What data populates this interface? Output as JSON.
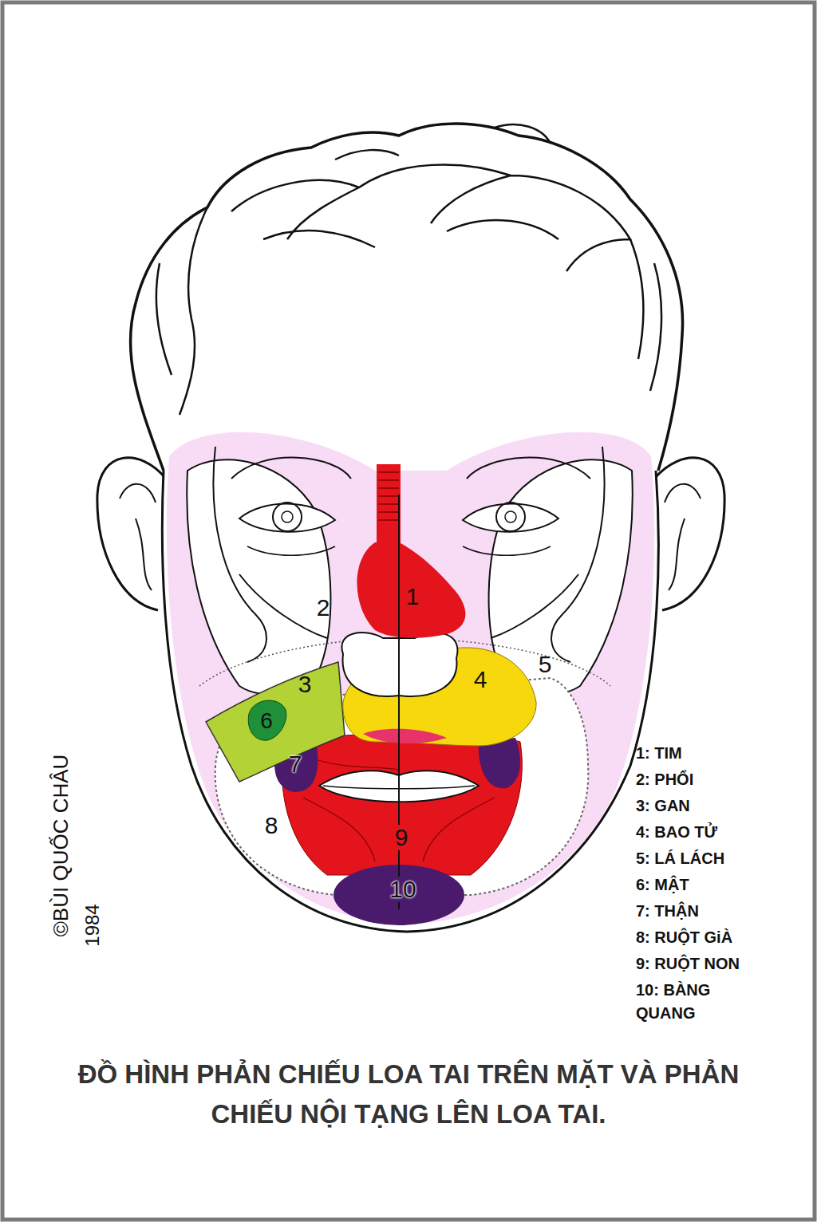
{
  "diagram": {
    "title": "ĐỒ HÌNH PHẢN CHIẾU LOA TAI TRÊN MẶT VÀ PHẢN CHIẾU NỘI TẠNG LÊN LOA TAI.",
    "labels": [
      "1",
      "2",
      "3",
      "4",
      "5",
      "6",
      "7",
      "8",
      "9",
      "10",
      "©BÙI QUỐC CHÂU",
      "1984"
    ],
    "legend": [
      {
        "text": "1: TIM"
      },
      {
        "text": "2: PHỔI"
      },
      {
        "text": "3: GAN"
      },
      {
        "text": "4: BAO TỬ"
      },
      {
        "text": "5: LÁ LÁCH"
      },
      {
        "text": "6: MẬT"
      },
      {
        "text": "7: THẬN"
      },
      {
        "text": "8: RUỘT GiÀ"
      },
      {
        "text": "9: RUỘT NON"
      },
      {
        "text": "10: BÀNG QUANG"
      }
    ]
  }
}
